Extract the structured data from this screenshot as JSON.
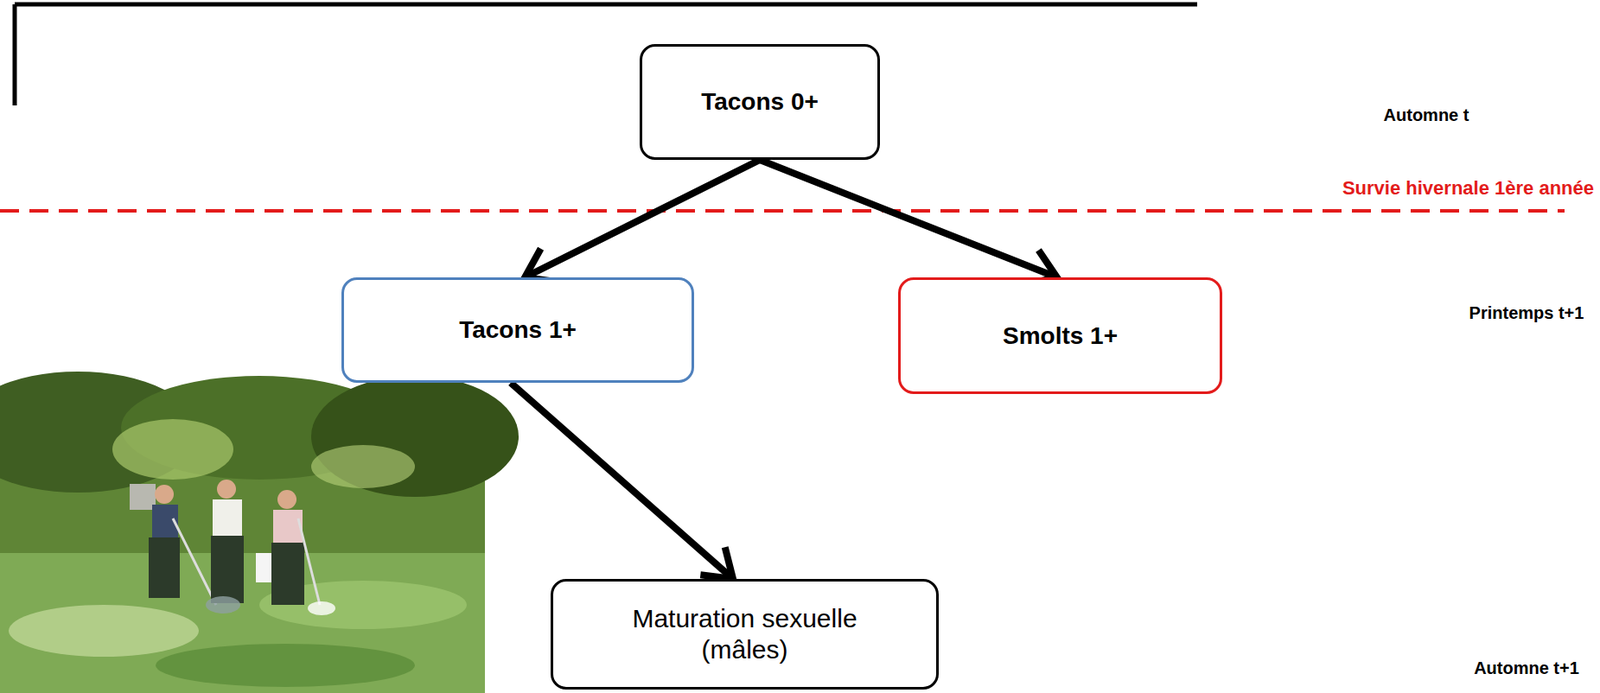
{
  "diagram": {
    "nodes": [
      {
        "text": [
          "Tacons 0+"
        ]
      },
      {
        "text": [
          "Tacons 1+"
        ]
      },
      {
        "text": [
          "Smolts 1+"
        ]
      },
      {
        "text": [
          "Maturation sexuelle (mâles)"
        ]
      }
    ],
    "edges": [
      {
        "from": 0,
        "to": 1,
        "arrow": "to"
      },
      {
        "from": 0,
        "to": 2,
        "arrow": "to"
      },
      {
        "from": 1,
        "to": 3,
        "arrow": "to"
      }
    ],
    "labels": [
      "Automne t",
      "Survie hivernale 1ère année",
      "Printemps t+1",
      "Automne t+1"
    ]
  }
}
